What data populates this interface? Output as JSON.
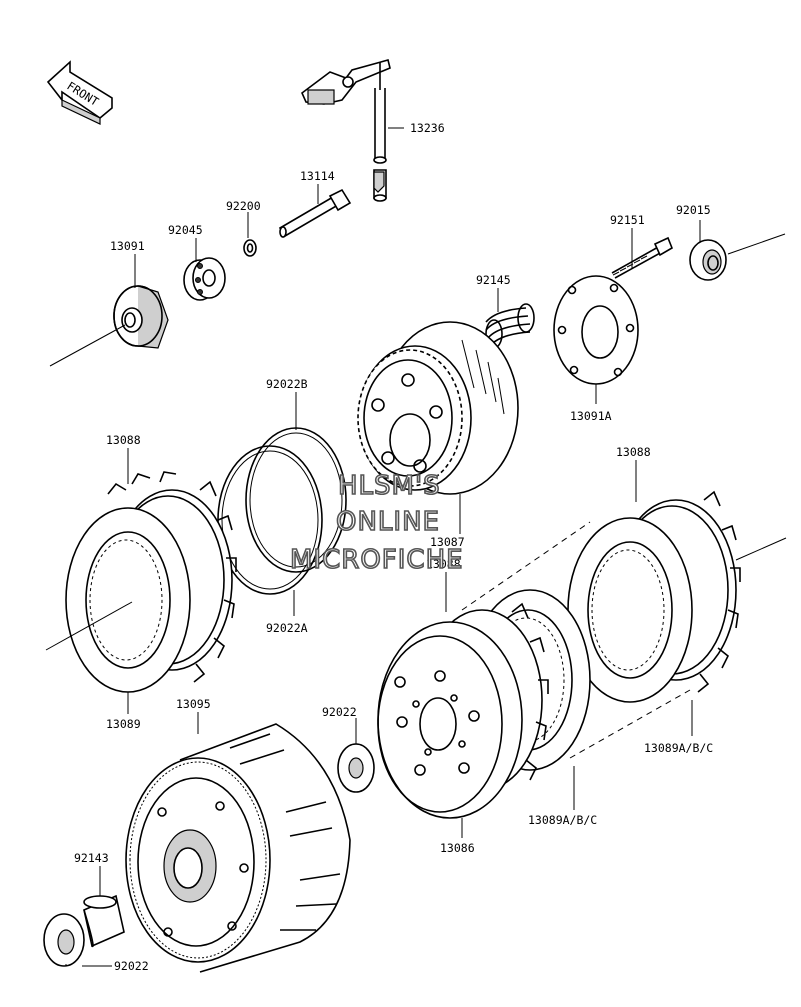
{
  "front_label": "FRONT",
  "watermark": {
    "line1": "HLSM'S",
    "line2": "ONLINE",
    "line3": "MICROFICHE"
  },
  "parts": {
    "p13236": "13236",
    "p13114": "13114",
    "p92200": "92200",
    "p92045": "92045",
    "p13091": "13091",
    "p92151": "92151",
    "p92015": "92015",
    "p92145": "92145",
    "p13091A": "13091A",
    "p92022B": "92022B",
    "p13088_left": "13088",
    "p13088_right": "13088",
    "p13088_center": "13088",
    "p13087": "13087",
    "p92022A": "92022A",
    "p13089": "13089",
    "p13095": "13095",
    "p92022_mid": "92022",
    "p13089ABC_right": "13089A/B/C",
    "p13089ABC_center": "13089A/B/C",
    "p13086": "13086",
    "p92143": "92143",
    "p92022_bottom": "92022"
  }
}
